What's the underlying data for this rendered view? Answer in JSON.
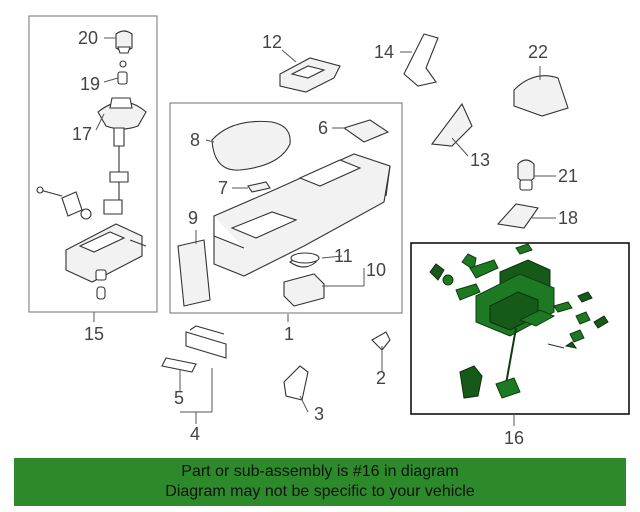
{
  "callouts": {
    "c1": "1",
    "c2": "2",
    "c3": "3",
    "c4": "4",
    "c5": "5",
    "c6": "6",
    "c7": "7",
    "c8": "8",
    "c9": "9",
    "c10": "10",
    "c11": "11",
    "c12": "12",
    "c13": "13",
    "c14": "14",
    "c15": "15",
    "c16": "16",
    "c17": "17",
    "c18": "18",
    "c19": "19",
    "c20": "20",
    "c21": "21",
    "c22": "22"
  },
  "banner": {
    "line1": "Part or sub-assembly is #16 in diagram",
    "line2": "Diagram may not be specific to your vehicle",
    "color": "#2d8a2a"
  },
  "highlight": {
    "part": "16",
    "color": "#1d7a22"
  }
}
